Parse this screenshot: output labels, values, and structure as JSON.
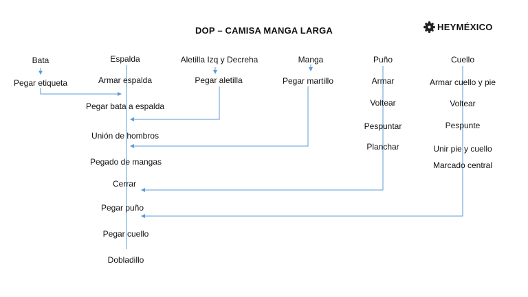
{
  "title": "DOP – CAMISA MANGA LARGA",
  "logo": {
    "text": "HEYMÉXICO",
    "icon": "logo-mark-icon"
  },
  "line_color": "#5b9bd5",
  "columns": {
    "bata": [
      "Bata",
      "Pegar etiqueta"
    ],
    "espalda": [
      "Espalda",
      "Armar espalda",
      "Pegar bata a espalda",
      "Unión de hombros",
      "Pegado de mangas",
      "Cerrar",
      "Pegar puño",
      "Pegar cuello",
      "Dobladillo"
    ],
    "aletilla": [
      "Aletilla Izq y Decreha",
      "Pegar aletilla"
    ],
    "manga": [
      "Manga",
      "Pegar martillo"
    ],
    "puno": [
      "Puño",
      "Armar",
      "Voltear",
      "Pespuntar",
      "Planchar"
    ],
    "cuello": [
      "Cuello",
      "Armar cuello y pie",
      "Voltear",
      "Pespunte",
      "Unir pie y cuello",
      "Marcado central"
    ]
  }
}
